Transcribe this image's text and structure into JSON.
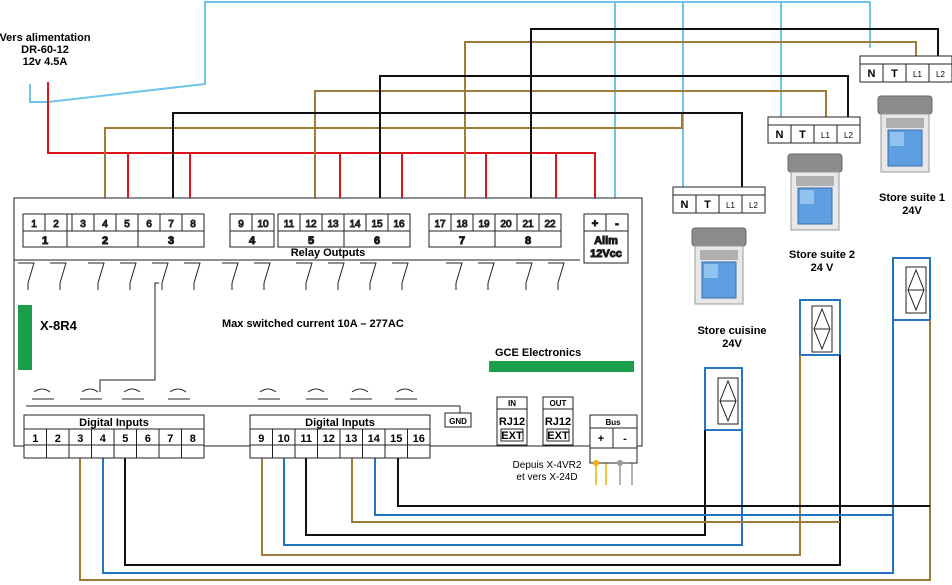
{
  "power_note": [
    "Vers alimentation",
    "DR-60-12",
    "12v 4.5A"
  ],
  "relay_terminals": [
    "1",
    "2",
    "3",
    "4",
    "5",
    "6",
    "7",
    "8",
    "9",
    "10",
    "11",
    "12",
    "13",
    "14",
    "15",
    "16",
    "17",
    "18",
    "19",
    "20",
    "21",
    "22",
    "+",
    "-"
  ],
  "relay_groups": [
    "1",
    "2",
    "3",
    "4",
    "5",
    "6",
    "7",
    "8"
  ],
  "alim_label": [
    "Alim",
    "12Vcc"
  ],
  "relay_outputs_label": "Relay Outputs",
  "module_name": "X-8R4",
  "max_current": "Max switched current 10A – 277AC",
  "brand": "GCE Electronics",
  "digital_inputs_label": "Digital Inputs",
  "inputs_left": [
    "1",
    "2",
    "3",
    "4",
    "5",
    "6",
    "7",
    "8"
  ],
  "inputs_right": [
    "9",
    "10",
    "11",
    "12",
    "13",
    "14",
    "15",
    "16"
  ],
  "gnd_label": "GND",
  "rj12_in": {
    "label": "IN",
    "port": "RJ12",
    "ext": "EXT"
  },
  "rj12_out": {
    "label": "OUT",
    "port": "RJ12",
    "ext": "EXT"
  },
  "bus": {
    "label": "Bus",
    "plus": "+",
    "minus": "-"
  },
  "bus_note": [
    "Depuis X-4VR2",
    "et vers X-24D"
  ],
  "motor_terminals": [
    "N",
    "T",
    "L1",
    "L2"
  ],
  "stores": [
    {
      "name": "Store cuisine",
      "voltage": "24V"
    },
    {
      "name": "Store suite 2",
      "voltage": "24 V"
    },
    {
      "name": "Store suite 1",
      "voltage": "24V"
    }
  ],
  "colors": {
    "red": "#e0141c",
    "brown": "#9e7b3a",
    "black": "#111111",
    "lightblue": "#6fc6e8",
    "blue": "#2476c4",
    "green": "#1aa04a",
    "yellow": "#f0b400",
    "grey": "#9a9a9a"
  }
}
